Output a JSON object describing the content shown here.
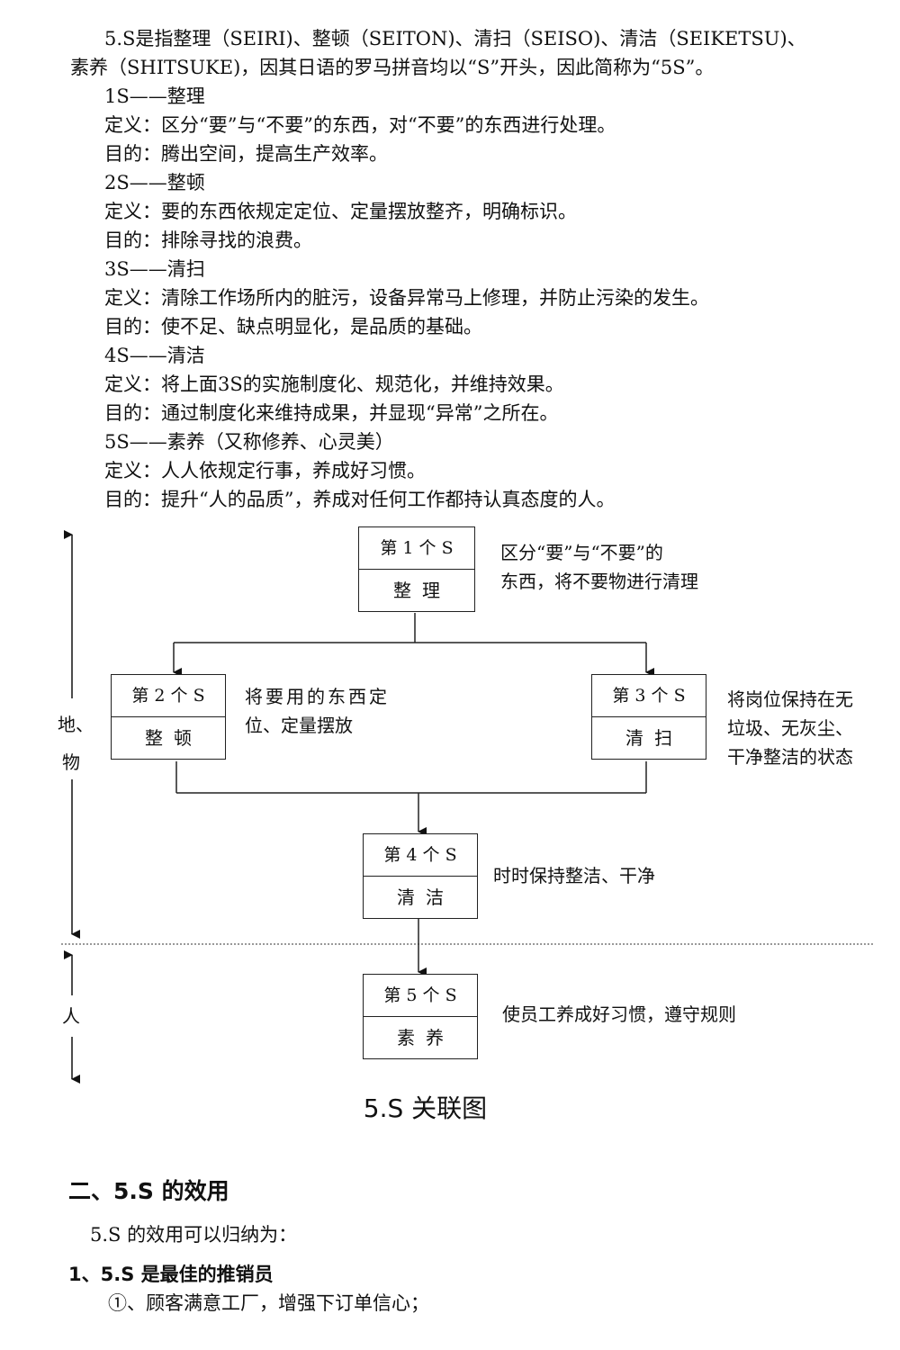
{
  "intro": {
    "line1": "5.S是指整理（SEIRI)、整顿（SEITON)、清扫（SEISO)、清洁（SEIKETSU)、",
    "line2": "素养（SHITSUKE)，因其日语的罗马拼音均以“S”开头，因此简称为“5S”。"
  },
  "items": [
    {
      "title": "1S——整理",
      "definition": "定义：区分“要”与“不要”的东西，对“不要”的东西进行处理。",
      "purpose": "目的：腾出空间，提高生产效率。"
    },
    {
      "title": "2S——整顿",
      "definition": "定义：要的东西依规定定位、定量摆放整齐，明确标识。",
      "purpose": "目的：排除寻找的浪费。"
    },
    {
      "title": "3S——清扫",
      "definition": "定义：清除工作场所内的脏污，设备异常马上修理，并防止污染的发生。",
      "purpose": "目的：使不足、缺点明显化，是品质的基础。"
    },
    {
      "title": "4S——清洁",
      "definition": "定义：将上面3S的实施制度化、规范化，并维持效果。",
      "purpose": "目的：通过制度化来维持成果，并显现“异常”之所在。"
    },
    {
      "title": "5S——素养（又称修养、心灵美）",
      "definition": "定义：人人依规定行事，养成好习惯。",
      "purpose": "目的：提升“人的品质”，养成对任何工作都持认真态度的人。"
    }
  ],
  "diagram": {
    "boxes": [
      {
        "top": "第 1 个 S",
        "bottom": "整理"
      },
      {
        "top": "第 2 个 S",
        "bottom": "整顿"
      },
      {
        "top": "第 3 个 S",
        "bottom": "清扫"
      },
      {
        "top": "第 4 个 S",
        "bottom": "清洁"
      },
      {
        "top": "第 5 个 S",
        "bottom": "素养"
      }
    ],
    "descriptions": {
      "d1_line1": "区分“要”与“不要”的",
      "d1_line2": "东西，将不要物进行清理",
      "d2_line1": "将要用的东西定",
      "d2_line2": "位、定量摆放",
      "d3_line1": "将岗位保持在无",
      "d3_line2": "垃圾、无灰尘、",
      "d3_line3": "干净整洁的状态",
      "d4": "时时保持整洁、干净",
      "d5": "使员工养成好习惯，遵守规则"
    },
    "side_labels": {
      "upper_char1": "地、",
      "upper_char2": "物",
      "lower": "人"
    },
    "caption": "5.S 关联图"
  },
  "section2": {
    "heading": "二、5.S 的效用",
    "intro": "5.S 的效用可以归纳为：",
    "sub1_heading": "1、5.S 是最佳的推销员",
    "sub1_item1": "①、顾客满意工厂，增强下订单信心；"
  },
  "colors": {
    "text": "#111111",
    "line": "#222222",
    "background": "#ffffff"
  }
}
